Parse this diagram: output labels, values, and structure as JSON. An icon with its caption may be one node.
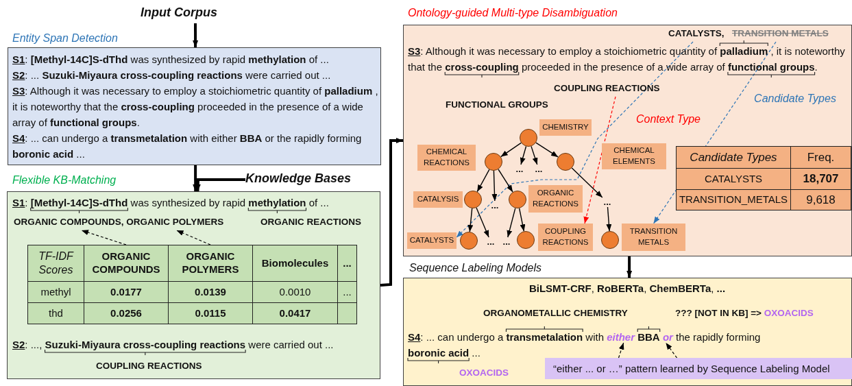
{
  "diagram": {
    "nodes": [
      {
        "text": [
          "Input Corpus"
        ]
      },
      {
        "text": [
          "Entity Span Detection",
          "**S1**: **[Methyl-14C]S-dThd** was synthesized by rapid **methylation** of ...",
          "**S2**: ... **Suzuki-Miyaura cross-coupling reactions** were carried out ...",
          "**S3**: Although it was necessary to employ a stoichiometric quantity of **palladium** , it is noteworthy that the **cross-coupling** proceeded in the presence of a wide array of **functional groups**.",
          "**S4**: ... can undergo a **transmetalation** with either **BBA** or the rapidly forming **boronic acid** ..."
        ]
      },
      {
        "text": [
          "Knowledge Bases"
        ]
      },
      {
        "text": [
          "Flexible KB-Matching",
          "**S1**: **[Methyl-14C]S-dThd** was synthesized by rapid **methylation** of ...",
          "**S2**: ..., **Suzuki-Miyaura cross-coupling reactions** were carried out ..."
        ]
      },
      {
        "text": [
          "ORGANIC COMPOUNDS, ORGANIC POLYMERS"
        ],
        "in": 3
      },
      {
        "text": [
          "ORGANIC REACTIONS"
        ],
        "in": 3
      },
      {
        "text": [
          "ORGANIC COMPOUNDS"
        ],
        "in": 3
      },
      {
        "text": [
          "ORGANIC POLYMERS"
        ],
        "in": 3
      },
      {
        "text": [
          "COUPLING REACTIONS"
        ],
        "in": 3
      },
      {
        "text": [
          "Ontology-guided Multi-type Disambiguation",
          "**S3**: Although it was necessary to employ a stoichiometric quantity of **palladium** , it is noteworthy that the **cross-coupling** proceeded in the presence of a wide array of **functional groups**."
        ]
      },
      {
        "text": [
          "CATALYSTS,"
        ],
        "in": 9
      },
      {
        "text": [
          "TRANSITION METALS"
        ],
        "in": 9
      },
      {
        "text": [
          "COUPLING REACTIONS"
        ],
        "in": 9
      },
      {
        "text": [
          "FUNCTIONAL GROUPS"
        ],
        "in": 9
      },
      {
        "text": [
          "CHEMISTRY"
        ],
        "in": 9
      },
      {
        "text": [],
        "shape": "circle",
        "in": 9
      },
      {
        "text": [
          "CHEMICAL REACTIONS"
        ],
        "in": 9
      },
      {
        "text": [],
        "shape": "circle",
        "in": 9
      },
      {
        "text": [
          "..."
        ],
        "in": 9
      },
      {
        "text": [
          "..."
        ],
        "in": 9
      },
      {
        "text": [],
        "shape": "circle",
        "in": 9
      },
      {
        "text": [
          "CHEMICAL ELEMENTS"
        ],
        "in": 9
      },
      {
        "text": [
          "CATALYSIS"
        ],
        "in": 9
      },
      {
        "text": [],
        "shape": "circle",
        "in": 9
      },
      {
        "text": [
          "..."
        ],
        "in": 9
      },
      {
        "text": [],
        "shape": "circle",
        "in": 9
      },
      {
        "text": [
          "ORGANIC REACTIONS"
        ],
        "in": 9
      },
      {
        "text": [
          "..."
        ],
        "in": 9
      },
      {
        "text": [
          "CATALYSTS"
        ],
        "in": 9
      },
      {
        "text": [],
        "shape": "circle",
        "in": 9
      },
      {
        "text": [
          "..."
        ],
        "in": 9
      },
      {
        "text": [
          "..."
        ],
        "in": 9
      },
      {
        "text": [],
        "shape": "circle",
        "in": 9
      },
      {
        "text": [
          "COUPLING REACTIONS"
        ],
        "in": 9
      },
      {
        "text": [],
        "shape": "circle",
        "in": 9
      },
      {
        "text": [
          "TRANSITION METALS"
        ],
        "in": 9
      },
      {
        "text": [
          "Sequence Labeling Models",
          "**BiLSMT-CRF**, **RoBERTa**, **ChemBERTa**, **...**",
          "**S4**: ... can undergo a **transmetalation** with *either* **BBA** *or* the rapidly forming **boronic acid** ..."
        ]
      },
      {
        "text": [
          "ORGANOMETALLIC CHEMISTRY"
        ],
        "in": 36
      },
      {
        "text": [
          "??? [NOT IN KB] =>",
          "OXOACIDS"
        ],
        "in": 36
      },
      {
        "text": [
          "OXOACIDS"
        ],
        "in": 36
      },
      {
        "text": [
          "“either ... or …” pattern learned by Sequence Labeling Model"
        ],
        "in": 36
      },
      {
        "text": [
          "Biomolecules"
        ],
        "in": 3
      }
    ],
    "edges": [
      {
        "from": 0,
        "to": 1,
        "arrow": "to",
        "style": "thick"
      },
      {
        "from": 1,
        "to": 3,
        "arrow": "to",
        "style": "thick"
      },
      {
        "from": 2,
        "to": 3,
        "arrow": "to",
        "style": "thick"
      },
      {
        "from": 3,
        "to": 9,
        "arrow": "to",
        "style": "thick"
      },
      {
        "from": 9,
        "to": 36,
        "arrow": "to",
        "style": "thick"
      },
      {
        "from": 6,
        "to": 4,
        "arrow": "to",
        "style": "dashed"
      },
      {
        "from": 7,
        "to": 4,
        "arrow": "to",
        "style": "dashed"
      },
      {
        "from": 10,
        "to": 28,
        "arrow": "to",
        "style": "dashed",
        "color": "#2e75b6"
      },
      {
        "from": 11,
        "to": 35,
        "arrow": "to",
        "style": "dashed",
        "color": "#2e75b6"
      },
      {
        "from": 12,
        "to": 33,
        "arrow": "to",
        "style": "dashed",
        "color": "#ff0000"
      },
      {
        "from": 15,
        "to": 17,
        "arrow": "to"
      },
      {
        "from": 15,
        "to": 18,
        "arrow": "to"
      },
      {
        "from": 15,
        "to": 19,
        "arrow": "to"
      },
      {
        "from": 15,
        "to": 20,
        "arrow": "to"
      },
      {
        "from": 17,
        "to": 23,
        "arrow": "to"
      },
      {
        "from": 17,
        "to": 24,
        "arrow": "to"
      },
      {
        "from": 17,
        "to": 25,
        "arrow": "to"
      },
      {
        "from": 20,
        "to": 27,
        "arrow": "to"
      },
      {
        "from": 23,
        "to": 29,
        "arrow": "to"
      },
      {
        "from": 23,
        "to": 30,
        "arrow": "to"
      },
      {
        "from": 25,
        "to": 31,
        "arrow": "to"
      },
      {
        "from": 25,
        "to": 32,
        "arrow": "to"
      },
      {
        "from": 27,
        "to": 34,
        "arrow": "to"
      },
      {
        "from": 40,
        "to": null,
        "arrow": "to",
        "style": "dashed"
      },
      {
        "from": 40,
        "to": null,
        "arrow": "to",
        "style": "dashed"
      }
    ],
    "labels": [
      "Candidate Types",
      "Context Type",
      "Candidate Types",
      "Freq.",
      "CATALYSTS",
      "18,707",
      "TRANSITION_METALS",
      "9,618",
      "TF-IDF Scores",
      "...",
      "methyl",
      "0.0177",
      "0.0139",
      "0.0010",
      "...",
      "thd",
      "0.0256",
      "0.0115",
      "0.0417"
    ]
  }
}
